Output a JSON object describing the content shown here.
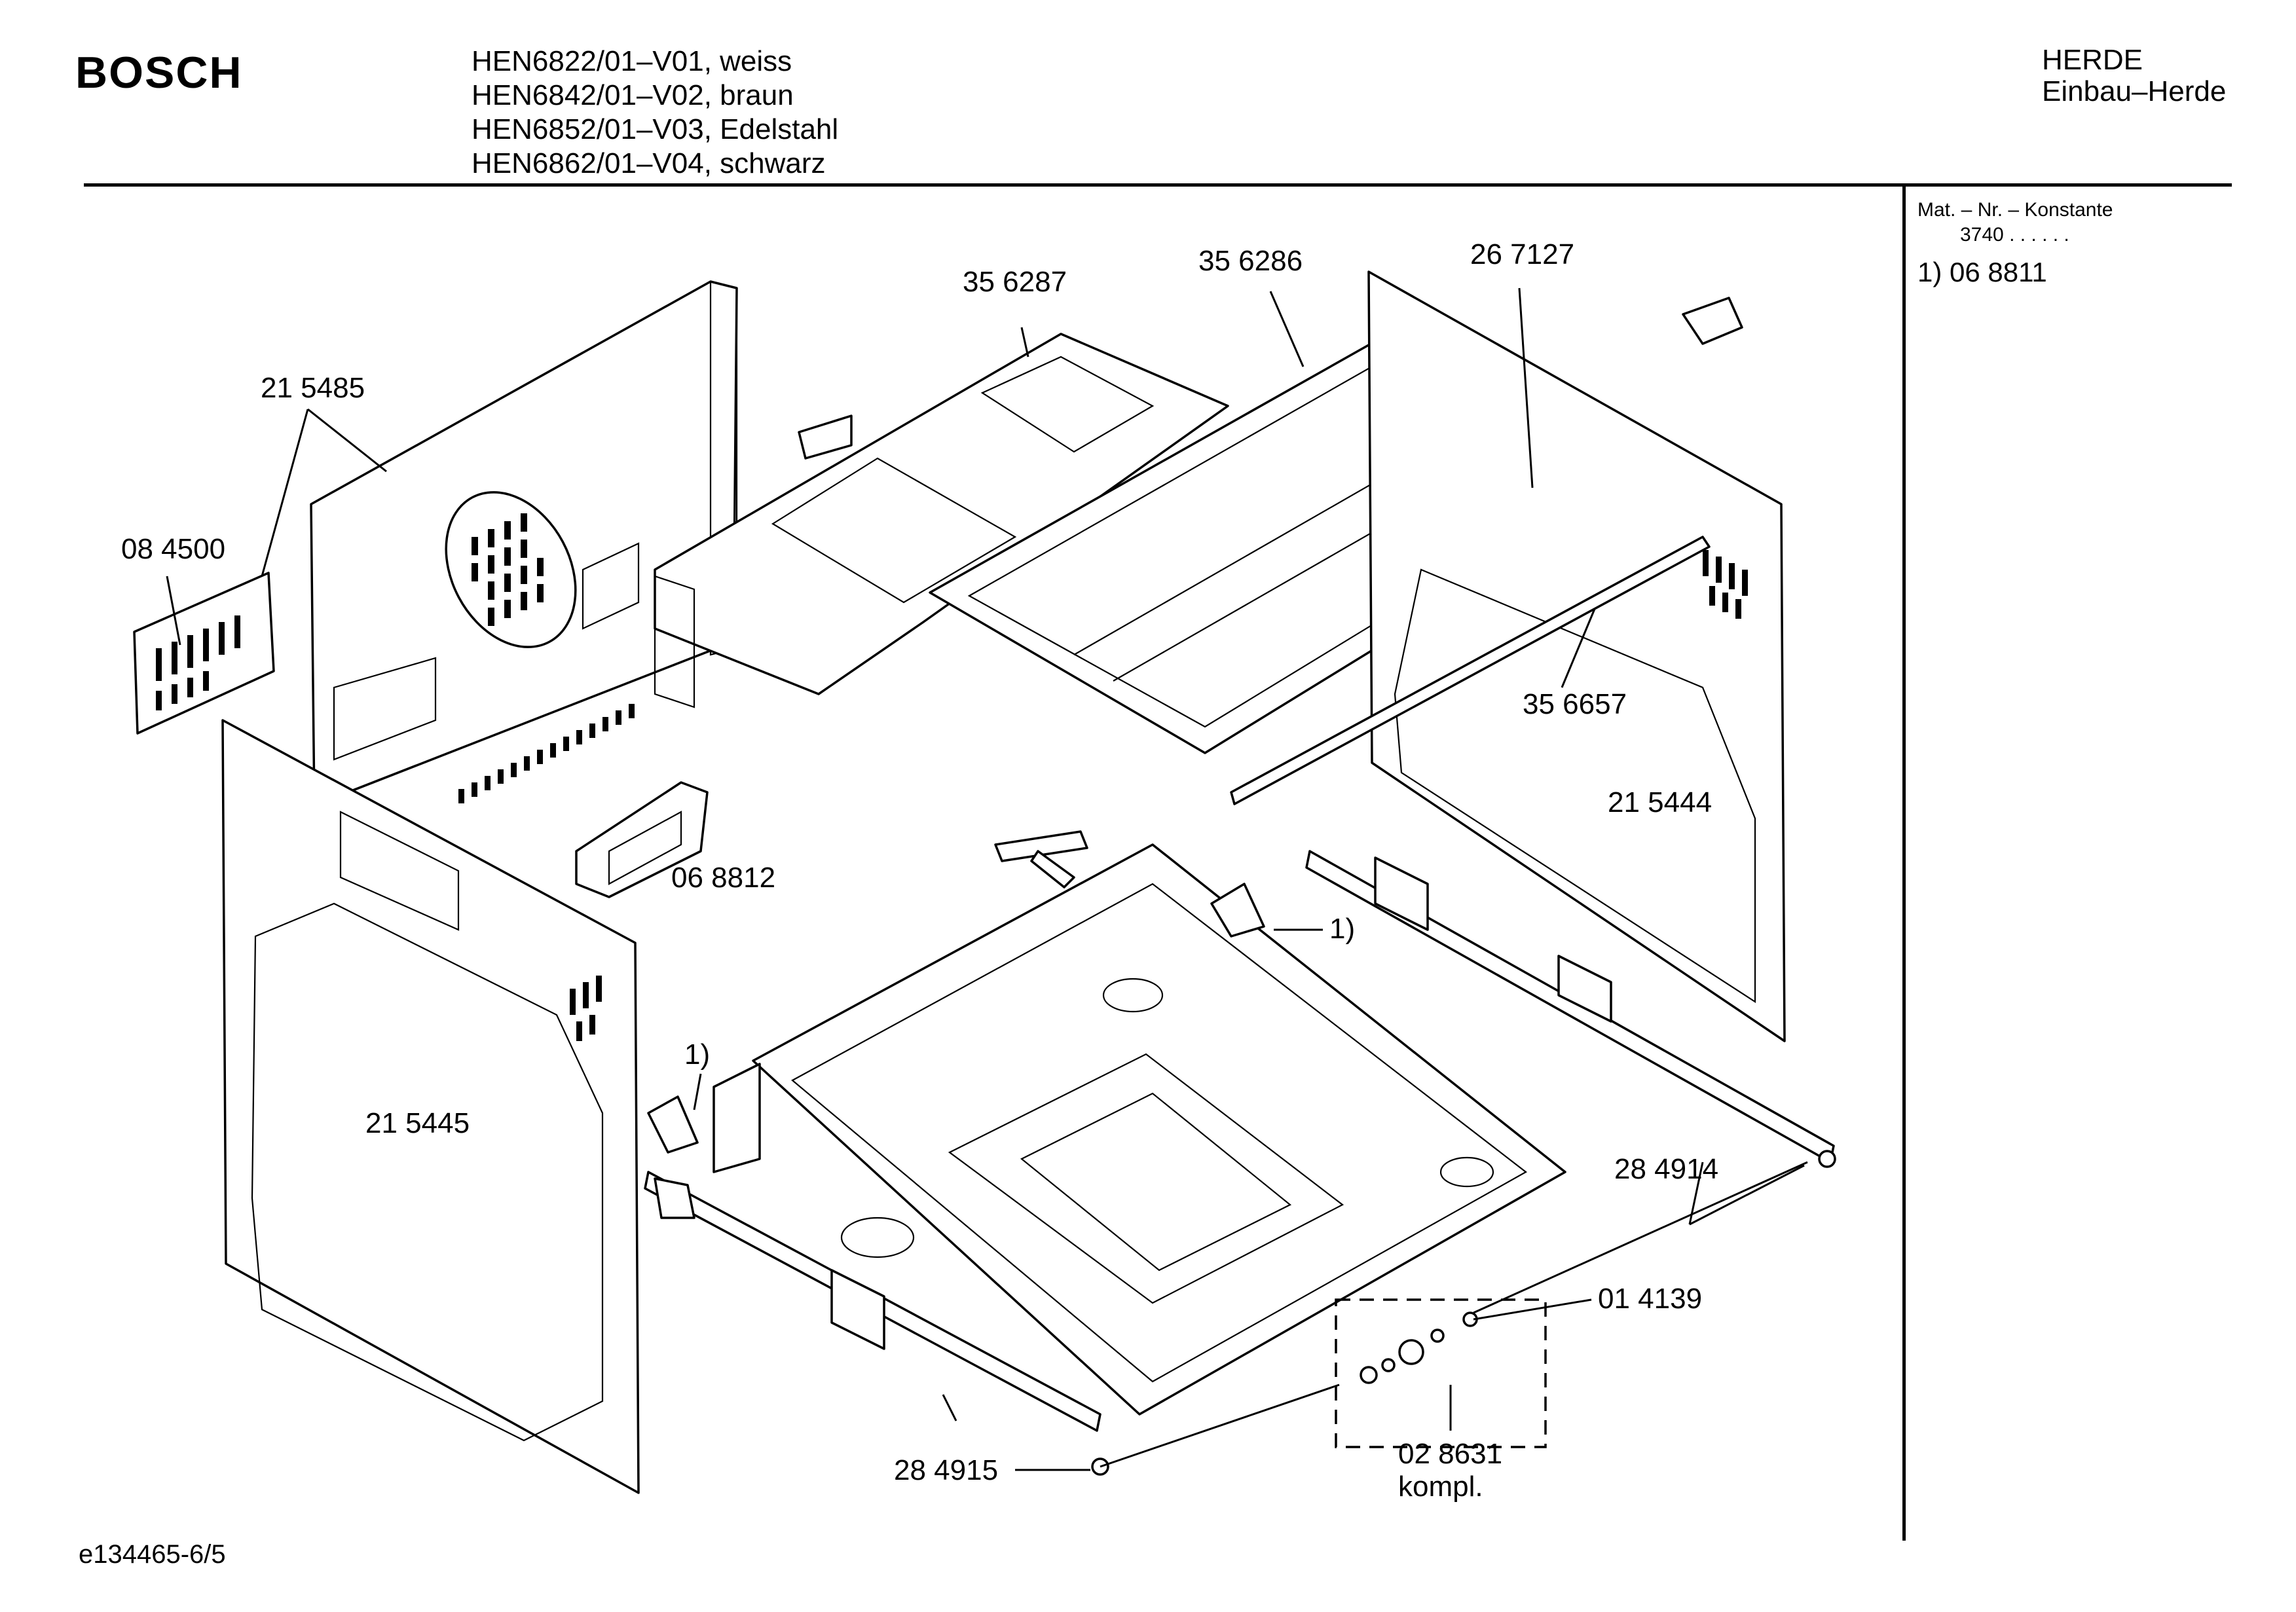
{
  "header": {
    "brand": "BOSCH",
    "models": [
      "HEN6822/01–V01, weiss",
      "HEN6842/01–V02, braun",
      "HEN6852/01–V03, Edelstahl",
      "HEN6862/01–V04, schwarz"
    ],
    "category_line1": "HERDE",
    "category_line2": "Einbau–Herde"
  },
  "side_panel": {
    "constant_label": "Mat. – Nr. – Konstante",
    "constant_value": "3740  .  .    .  .  .  .",
    "footnote_ref": "1)  06 8811"
  },
  "footer": {
    "document_id": "e134465-6/5"
  },
  "callouts": {
    "c_356287": "35 6287",
    "c_356286": "35 6286",
    "c_267127": "26 7127",
    "c_215485": "21 5485",
    "c_084500": "08 4500",
    "c_356657": "35 6657",
    "c_215444": "21 5444",
    "c_068812": "06 8812",
    "c_ref1_right": "1)",
    "c_ref1_left": "1)",
    "c_215445": "21 5445",
    "c_284914": "28 4914",
    "c_014139": "01 4139",
    "c_028631": "02 8631",
    "c_kompl": "kompl.",
    "c_284915": "28 4915"
  }
}
